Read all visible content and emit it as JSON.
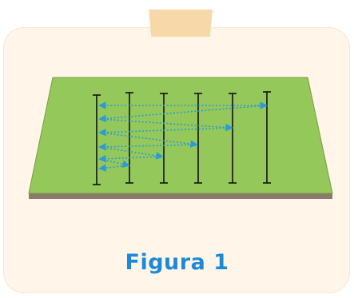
{
  "figure": {
    "caption": "Figura 1",
    "colors": {
      "card": "#fff5e8",
      "tape": "#f7d9a9",
      "field": "#94c85a",
      "field_edge": "#7a9d45",
      "ground": "#8a7a6a",
      "stake": "#111111",
      "arrow": "#2b9bd6",
      "caption": "#1d8ad8"
    },
    "stakes_count": 6,
    "arrow_style": "dotted-double-headed"
  }
}
